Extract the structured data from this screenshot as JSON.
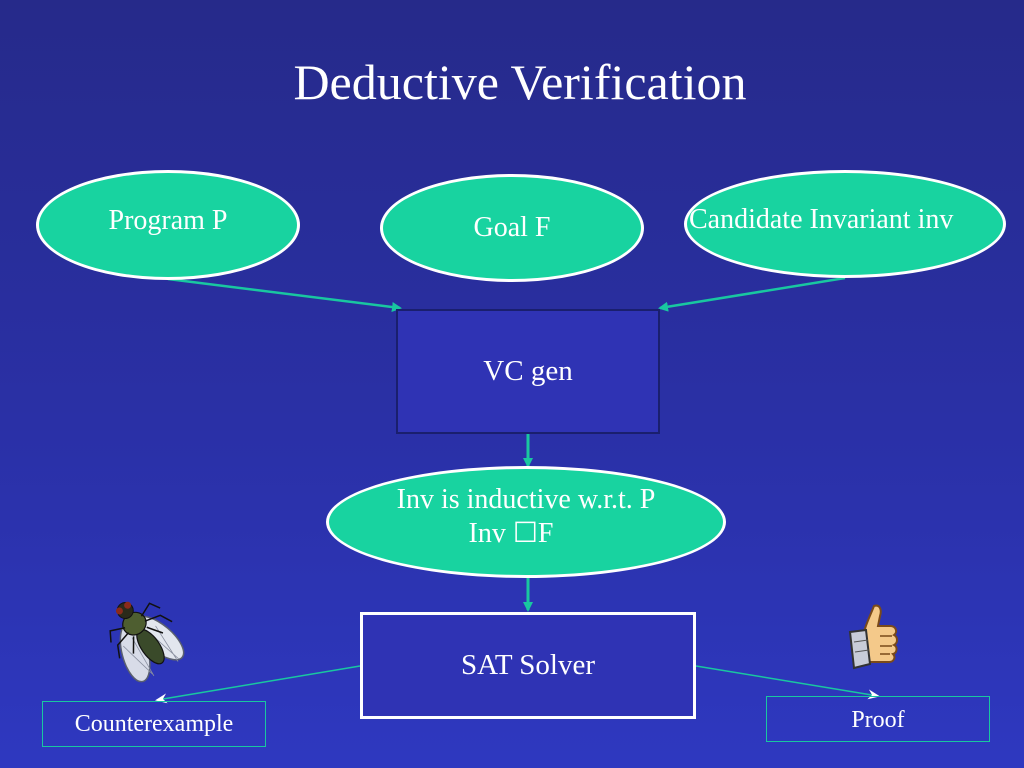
{
  "title": "Deductive Verification",
  "inputs": {
    "program": "Program P",
    "goal": "Goal F",
    "invariant": "Candidate Invariant inv"
  },
  "vcgen": "VC gen",
  "condition": {
    "line1": "Inv is inductive w.r.t. P",
    "line2": "Inv ☐F"
  },
  "solver": "SAT Solver",
  "outputs": {
    "counterexample": "Counterexample",
    "proof": "Proof"
  },
  "icons": {
    "bug": "fly-icon",
    "success": "thumbs-up-icon"
  },
  "colors": {
    "node_fill": "#18d3a0",
    "node_text": "#1c2080",
    "arrow": "#19c7a0",
    "box_fill": "#2f33b4"
  }
}
